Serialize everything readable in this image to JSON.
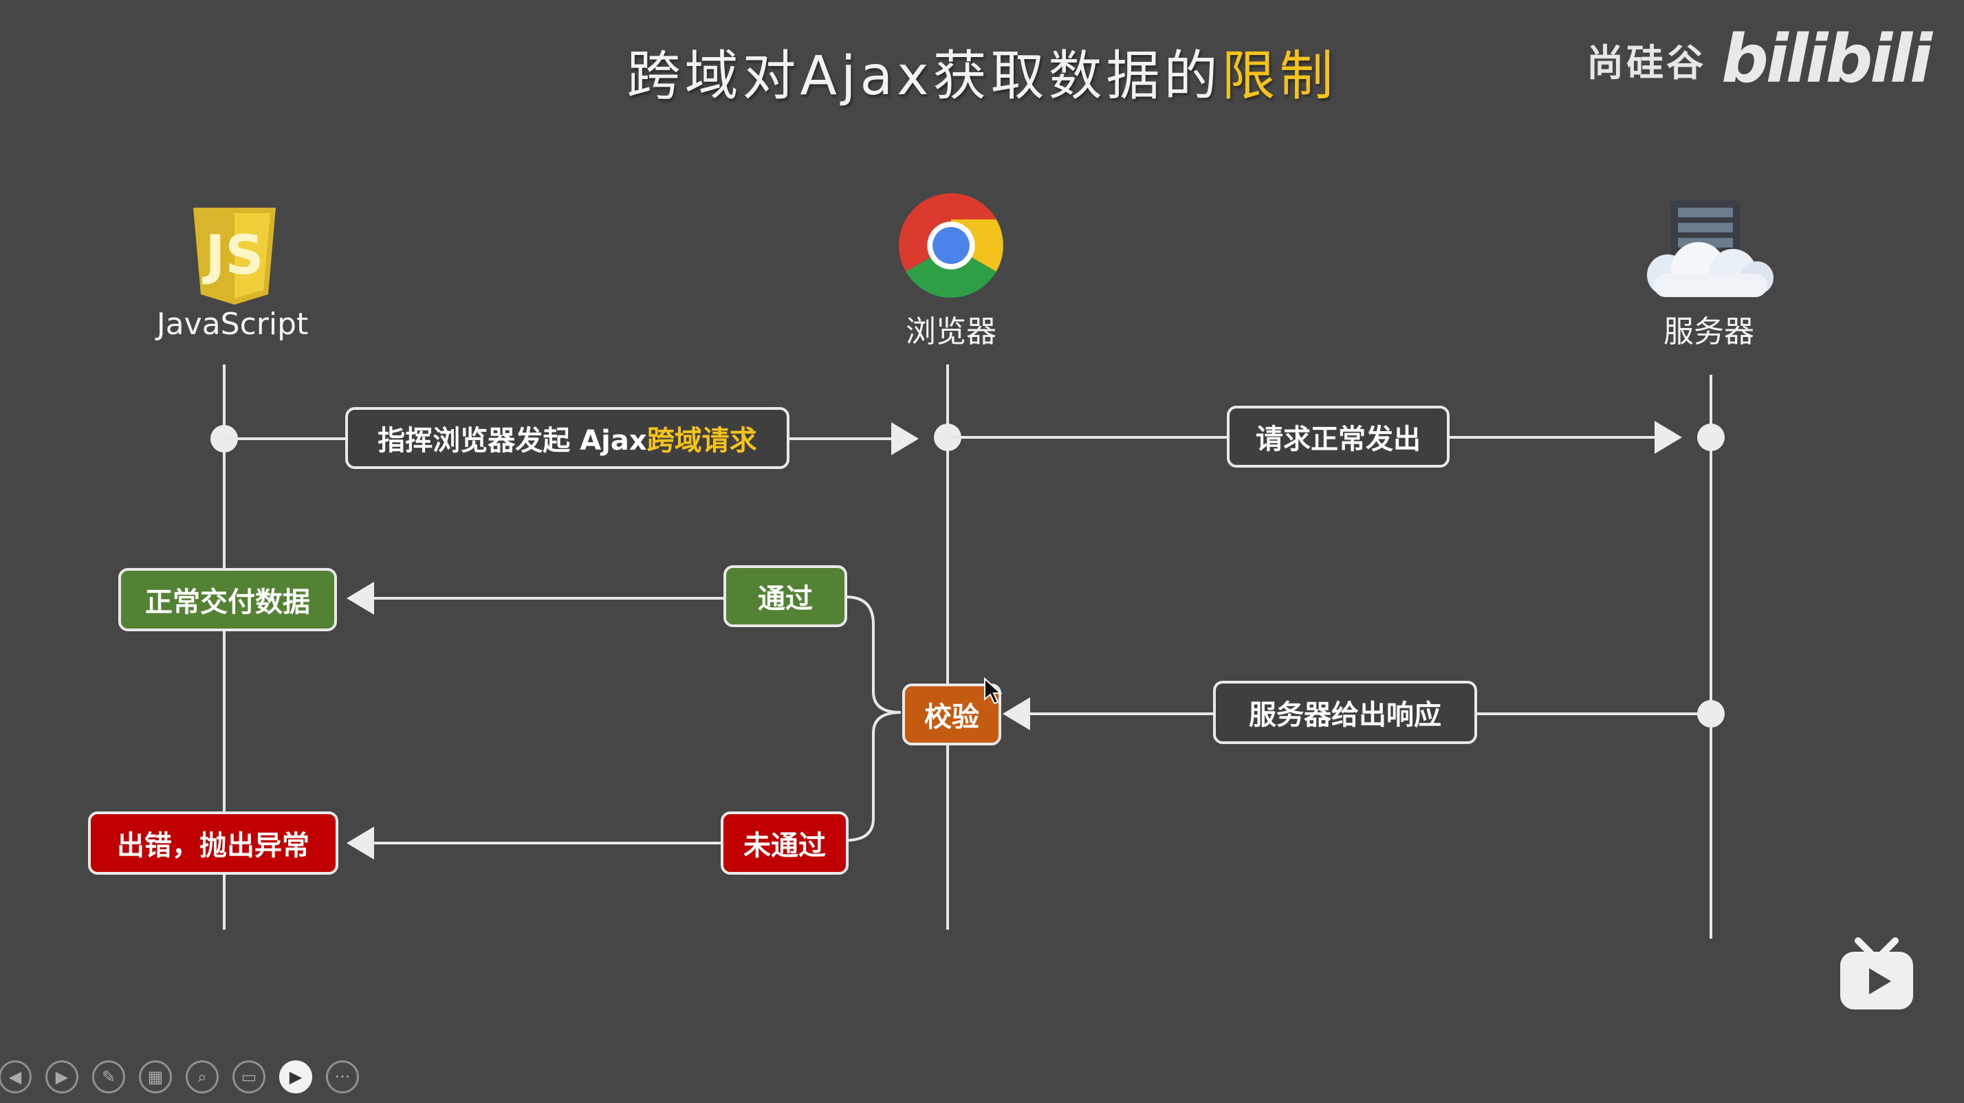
{
  "slide": {
    "title_main": "跨域对Ajax获取数据的",
    "title_highlight": "限制"
  },
  "brand": {
    "publisher": "尚硅谷",
    "logo": "bilibili"
  },
  "actors": {
    "javascript": {
      "label": "JavaScript",
      "icon": "js-shield-icon"
    },
    "browser": {
      "label": "浏览器",
      "icon": "chrome-icon"
    },
    "server": {
      "label": "服务器",
      "icon": "server-cloud-icon"
    }
  },
  "messages": {
    "request_text": "指挥浏览器发起 Ajax ",
    "request_highlight": "跨域请求",
    "sent_normally": "请求正常发出",
    "server_response": "服务器给出响应",
    "verify": "校验",
    "pass": "通过",
    "fail": "未通过",
    "deliver_data": "正常交付数据",
    "throw_error": "出错，抛出异常"
  },
  "colors": {
    "background": "#464646",
    "highlight": "#f6c21c",
    "green": "#548235",
    "red": "#c00000",
    "orange": "#c55a11"
  },
  "toolbar": {
    "buttons": [
      "previous-icon",
      "next-icon",
      "pen-icon",
      "slides-icon",
      "zoom-icon",
      "subtitle-icon",
      "camera-icon",
      "more-icon"
    ],
    "more_label": "···"
  }
}
